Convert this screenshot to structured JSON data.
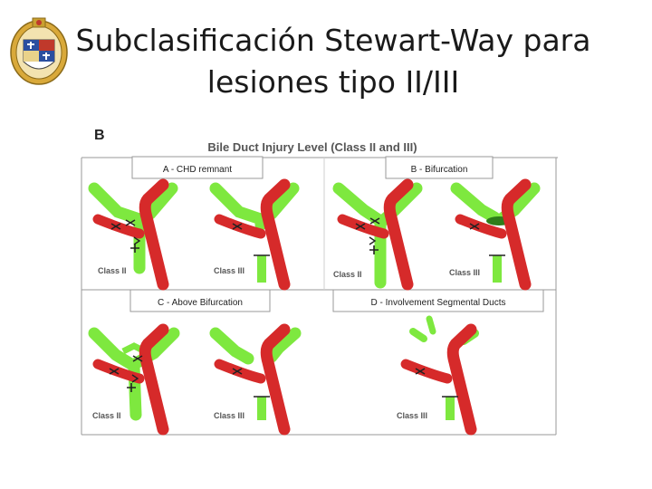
{
  "slide": {
    "title_line1": "Subclasificación Stewart-Way para",
    "title_line2": "lesiones tipo II/III"
  },
  "diagram": {
    "panel_letter": "B",
    "heading": "Bile Duct Injury Level (Class II and III)",
    "sections": [
      {
        "label": "A - CHD remnant"
      },
      {
        "label": "B - Bifurcation"
      },
      {
        "label": "C - Above Bifurcation"
      },
      {
        "label": "D - Involvement Segmental Ducts"
      }
    ],
    "cells": [
      {
        "class_label": "Class II"
      },
      {
        "class_label": "Class III"
      },
      {
        "class_label": "Class II"
      },
      {
        "class_label": "Class III"
      },
      {
        "class_label": "Class II"
      },
      {
        "class_label": "Class III"
      },
      {
        "class_label": "Class III"
      }
    ],
    "colors": {
      "bile_duct": "#7ee83f",
      "artery": "#d62a2a",
      "frame": "#9a9a9a"
    }
  }
}
